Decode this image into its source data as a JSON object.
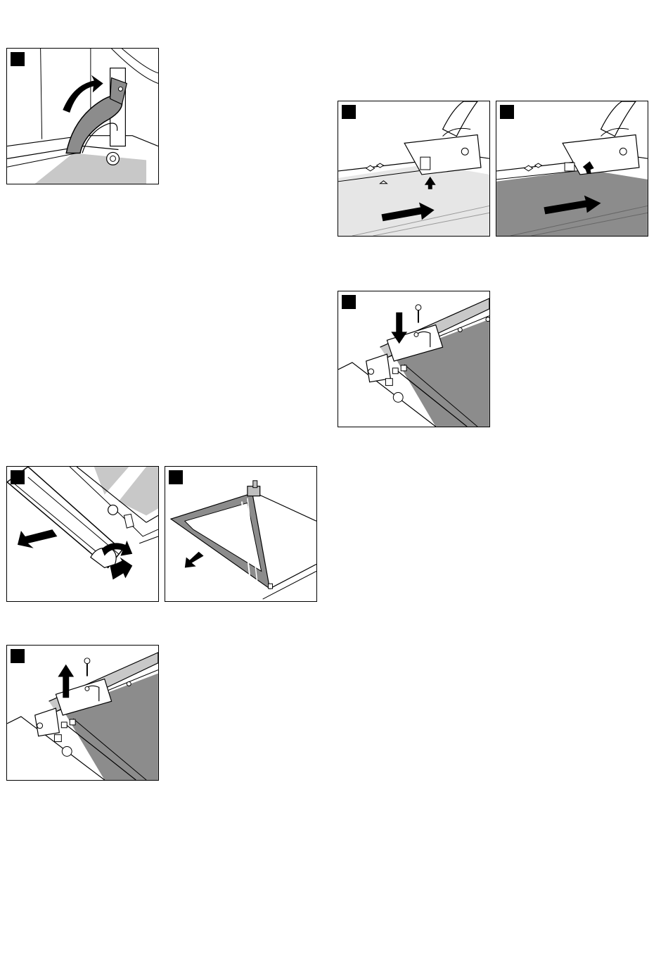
{
  "figures": [
    {
      "id": "hinge-lever",
      "step_badge": ""
    },
    {
      "id": "door-slide-right-light",
      "step_badge": ""
    },
    {
      "id": "door-slide-right-dark",
      "step_badge": ""
    },
    {
      "id": "screw-insert",
      "step_badge": ""
    },
    {
      "id": "trim-removal",
      "step_badge": ""
    },
    {
      "id": "glass-pane-removal",
      "step_badge": ""
    },
    {
      "id": "screw-remove",
      "step_badge": ""
    }
  ],
  "colors": {
    "line": "#000000",
    "panel_light": "#e6e6e6",
    "panel_mid": "#c8c8c8",
    "panel_dark": "#8c8c8c",
    "metal_gray": "#bfbfbf"
  }
}
